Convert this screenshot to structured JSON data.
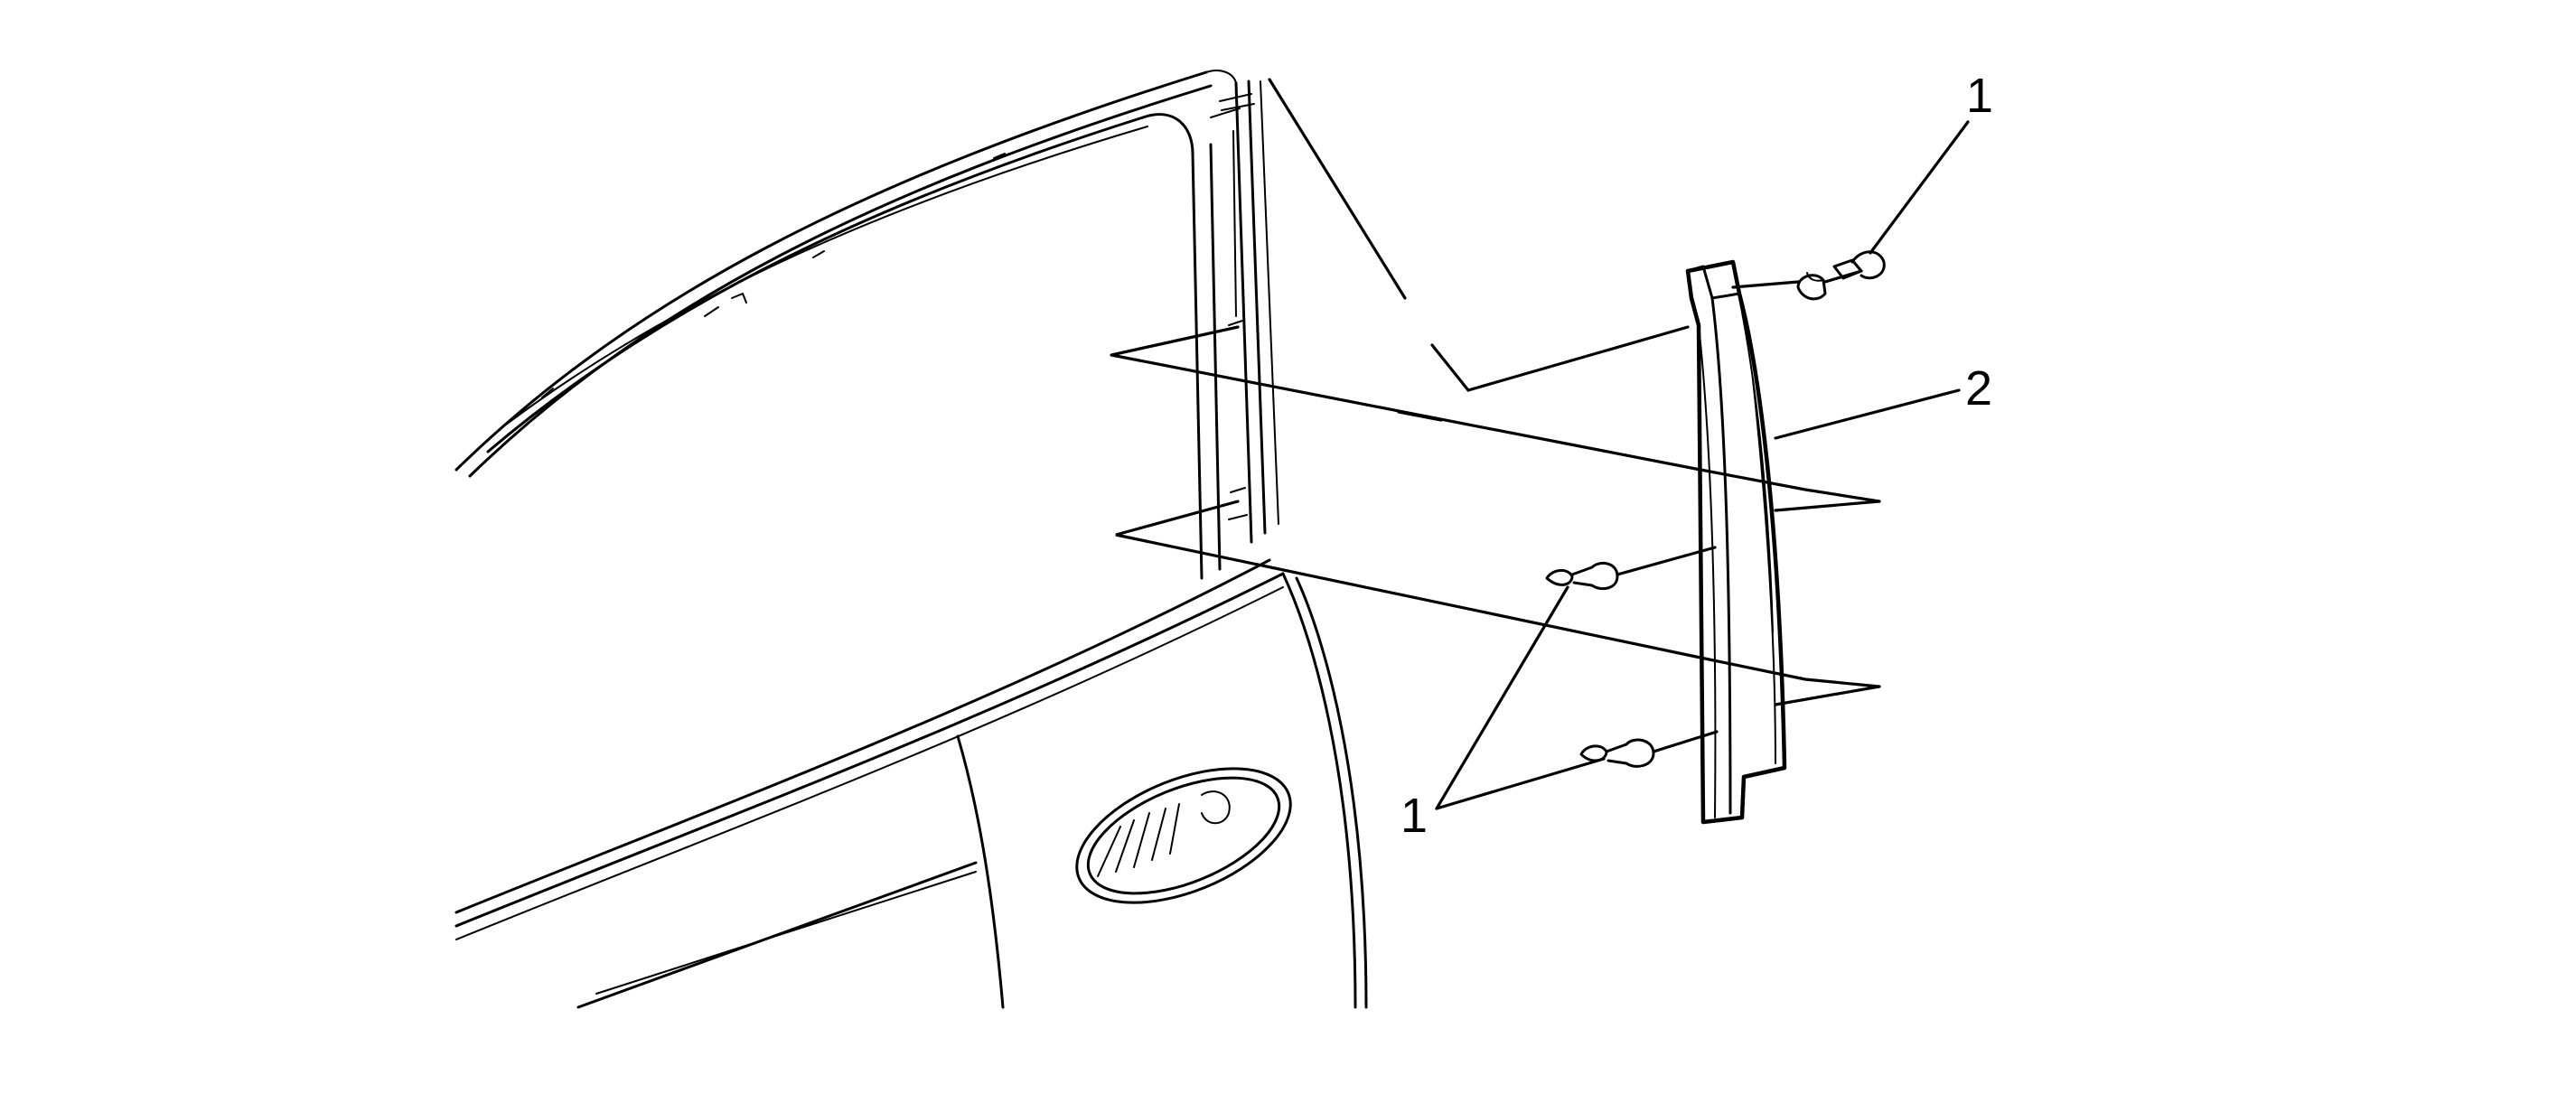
{
  "callouts": [
    {
      "id": "fastener-top",
      "label": "1"
    },
    {
      "id": "trim-panel",
      "label": "2"
    },
    {
      "id": "fasteners-lower",
      "label": "1"
    }
  ]
}
